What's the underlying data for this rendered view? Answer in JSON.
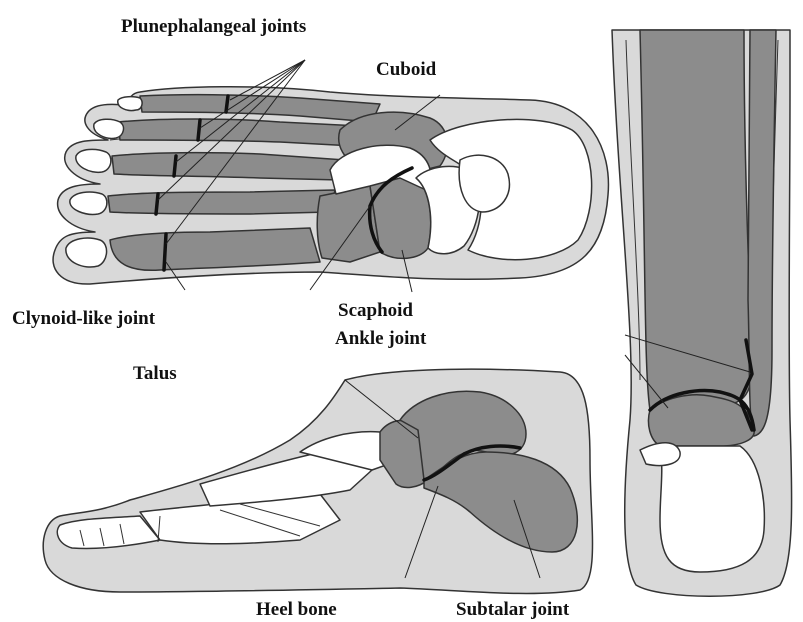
{
  "labels": {
    "plunephalangeal": "Plunephalangeal joints",
    "cuboid": "Cuboid",
    "clynoid": "Clynoid-like joint",
    "scaphoid": "Scaphoid",
    "ankle": "Ankle joint",
    "talus": "Talus",
    "heel": "Heel bone",
    "subtalar": "Subtalar joint"
  },
  "colors": {
    "skin": "#d9d9d9",
    "bone_dark": "#8c8c8c",
    "bone_light": "#ffffff",
    "joint_line": "#111111",
    "outline": "#333333"
  },
  "views": [
    "top-view-foot",
    "side-view-foot",
    "rear-view-ankle"
  ]
}
